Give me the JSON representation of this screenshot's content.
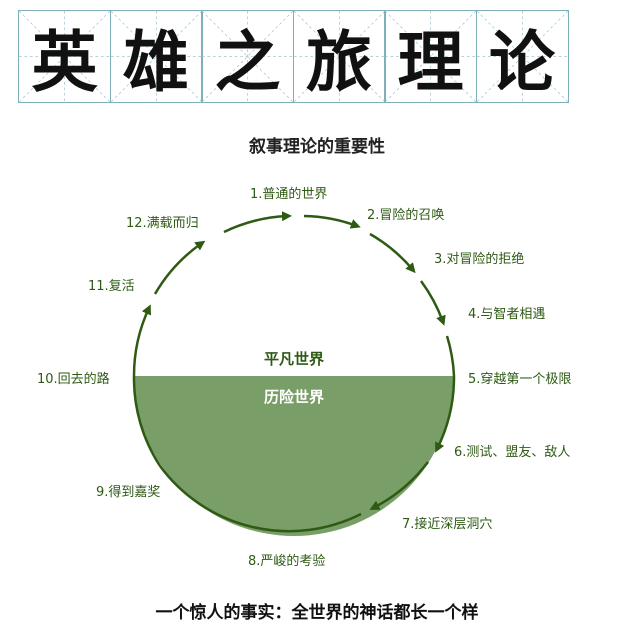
{
  "title_chars": [
    "英",
    "雄",
    "之",
    "旅",
    "理",
    "论"
  ],
  "subtitle": "叙事理论的重要性",
  "footer": "一个惊人的事实：全世界的神话都长一个样",
  "worlds": {
    "ordinary": "平凡世界",
    "adventure": "历险世界"
  },
  "stages": [
    "1.普通的世界",
    "2.冒险的召唤",
    "3.对冒险的拒绝",
    "4.与智者相遇",
    "5.穿越第一个极限",
    "6.测试、盟友、敌人",
    "7.接近深层洞穴",
    "8.严峻的考验",
    "9.得到嘉奖",
    "10.回去的路",
    "11.复活",
    "12.满载而归"
  ],
  "colors": {
    "arrow": "#2e5a14",
    "adventure_fill": "#7a9e68",
    "grid": "#7fb0b8",
    "label": "#2e5a14"
  }
}
